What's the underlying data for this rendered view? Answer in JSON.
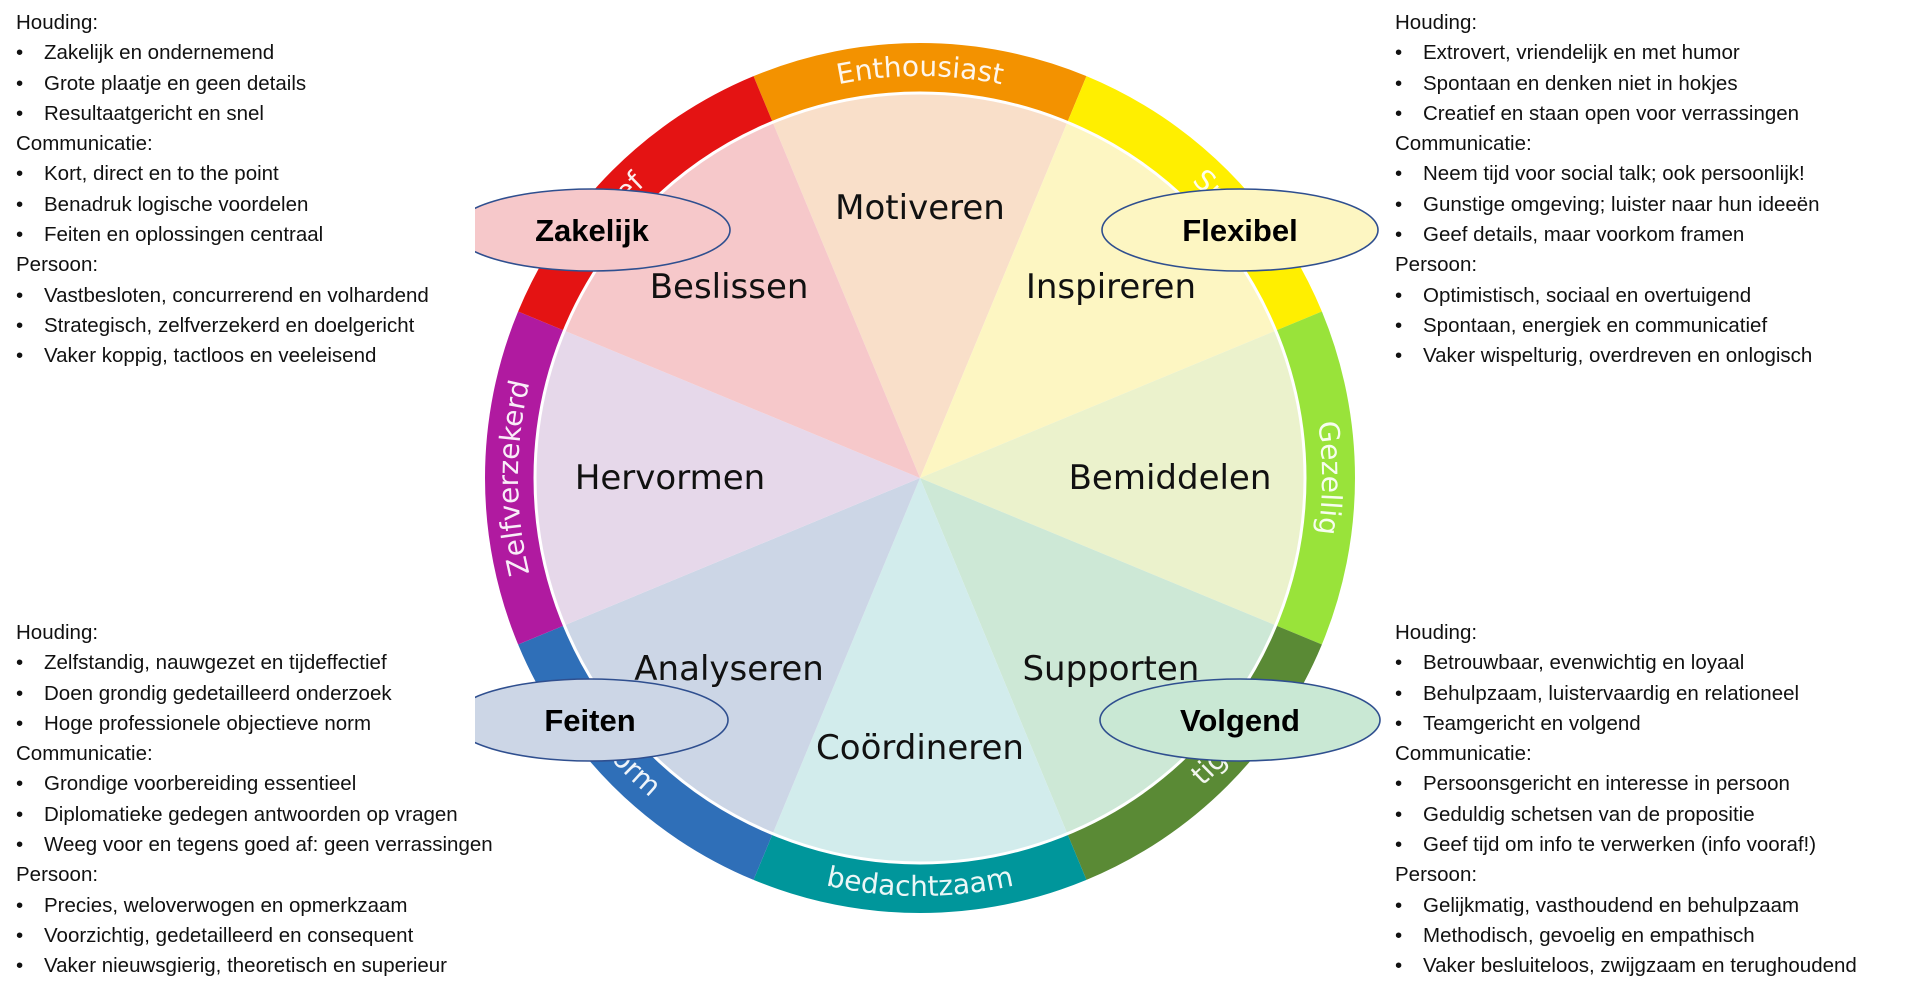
{
  "panels": [
    {
      "id": "tl",
      "sections": [
        {
          "heading": "Houding:",
          "items": [
            "Zakelijk en ondernemend",
            "Grote plaatje en geen details",
            "Resultaatgericht en snel"
          ]
        },
        {
          "heading": "Communicatie:",
          "items": [
            "Kort, direct en to the point",
            "Benadruk logische voordelen",
            "Feiten en oplossingen centraal"
          ]
        },
        {
          "heading": "Persoon:",
          "items": [
            "Vastbesloten, concurrerend en volhardend",
            "Strategisch, zelfverzekerd en doelgericht",
            "Vaker koppig, tactloos en veeleisend"
          ]
        }
      ]
    },
    {
      "id": "tr",
      "sections": [
        {
          "heading": "Houding:",
          "items": [
            "Extrovert, vriendelijk en met humor",
            "Spontaan en denken niet in hokjes",
            "Creatief en staan open voor verrassingen"
          ]
        },
        {
          "heading": "Communicatie:",
          "items": [
            "Neem tijd voor social talk; ook persoonlijk!",
            "Gunstige omgeving; luister naar hun ideeën",
            "Geef details, maar voorkom framen"
          ]
        },
        {
          "heading": "Persoon:",
          "items": [
            "Optimistisch, sociaal en overtuigend",
            "Spontaan, energiek en communicatief",
            "Vaker wispelturig, overdreven en onlogisch"
          ]
        }
      ]
    },
    {
      "id": "bl",
      "sections": [
        {
          "heading": "Houding:",
          "items": [
            "Zelfstandig, nauwgezet en tijdeffectief",
            "Doen grondig gedetailleerd onderzoek",
            "Hoge professionele objectieve norm"
          ]
        },
        {
          "heading": "Communicatie:",
          "items": [
            "Grondige voorbereiding essentieel",
            "Diplomatieke gedegen antwoorden op vragen",
            "Weeg voor en tegens goed af: geen verrassingen"
          ]
        },
        {
          "heading": "Persoon:",
          "items": [
            "Precies, weloverwogen en opmerkzaam",
            "Voorzichtig, gedetailleerd en consequent",
            "Vaker nieuwsgierig, theoretisch en superieur"
          ]
        }
      ]
    },
    {
      "id": "br",
      "sections": [
        {
          "heading": "Houding:",
          "items": [
            "Betrouwbaar, evenwichtig en loyaal",
            "Behulpzaam, luistervaardig en relationeel",
            "Teamgericht en volgend"
          ]
        },
        {
          "heading": "Communicatie:",
          "items": [
            "Persoonsgericht en interesse in persoon",
            "Geduldig schetsen van de propositie",
            "Geef tijd om info te verwerken (info vooraf!)"
          ]
        },
        {
          "heading": "Persoon:",
          "items": [
            "Gelijkmatig, vasthoudend en behulpzaam",
            "Methodisch, gevoelig en empathisch",
            "Vaker besluiteloos, zwijgzaam en terughoudend"
          ]
        }
      ]
    }
  ],
  "wheel": {
    "segments": [
      {
        "label": "Motiveren",
        "fill": "#f9dfc9"
      },
      {
        "label": "Inspireren",
        "fill": "#fdf6c2"
      },
      {
        "label": "Bemiddelen",
        "fill": "#ebf2cc"
      },
      {
        "label": "Supporten",
        "fill": "#cde8d6"
      },
      {
        "label": "Coördineren",
        "fill": "#d2ecec"
      },
      {
        "label": "Analyseren",
        "fill": "#ccd6e6"
      },
      {
        "label": "Hervormen",
        "fill": "#e6d8ea"
      },
      {
        "label": "Beslissen",
        "fill": "#f6c8ca"
      }
    ],
    "ring": [
      {
        "label": "Enthousiast",
        "color": "#f39200"
      },
      {
        "label": "Sp",
        "color": "#ffef00"
      },
      {
        "label": "Gezellig",
        "color": "#99e33a"
      },
      {
        "label": "tig",
        "color": "#5a8a35"
      },
      {
        "label": "bedachtzaam",
        "color": "#00969b"
      },
      {
        "label": "Form",
        "color": "#2f6fb8"
      },
      {
        "label": "Zelfverzekerd",
        "color": "#b01aa0"
      },
      {
        "label": "ef",
        "color": "#e41313"
      }
    ]
  },
  "quadrants": [
    {
      "label": "Zakelijk",
      "fill": "#f6c8ca"
    },
    {
      "label": "Flexibel",
      "fill": "#fdf6c2"
    },
    {
      "label": "Feiten",
      "fill": "#ccd6e6"
    },
    {
      "label": "Volgend",
      "fill": "#c9e8d4"
    }
  ],
  "colors": {
    "ellipse_border": "#2f4f8f",
    "ring_inner_edge": "#ffffff"
  }
}
